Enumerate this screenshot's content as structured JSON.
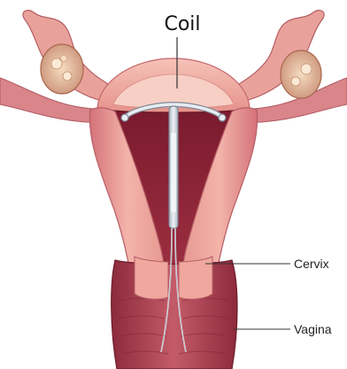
{
  "diagram": {
    "title_label": "Coil",
    "labels": {
      "cervix": "Cervix",
      "vagina": "Vagina"
    }
  },
  "colors": {
    "background": "#ffffff",
    "tissue_light": "#f2b2a8",
    "tissue_mid": "#e58d86",
    "tissue_dark": "#c9626a",
    "cavity": "#8e2436",
    "vaginal_canal": "#b84a58",
    "ovary": "#e9c9a8",
    "device": "#d6dde6",
    "device_outline": "#7e8895",
    "leader_line": "#333333"
  }
}
